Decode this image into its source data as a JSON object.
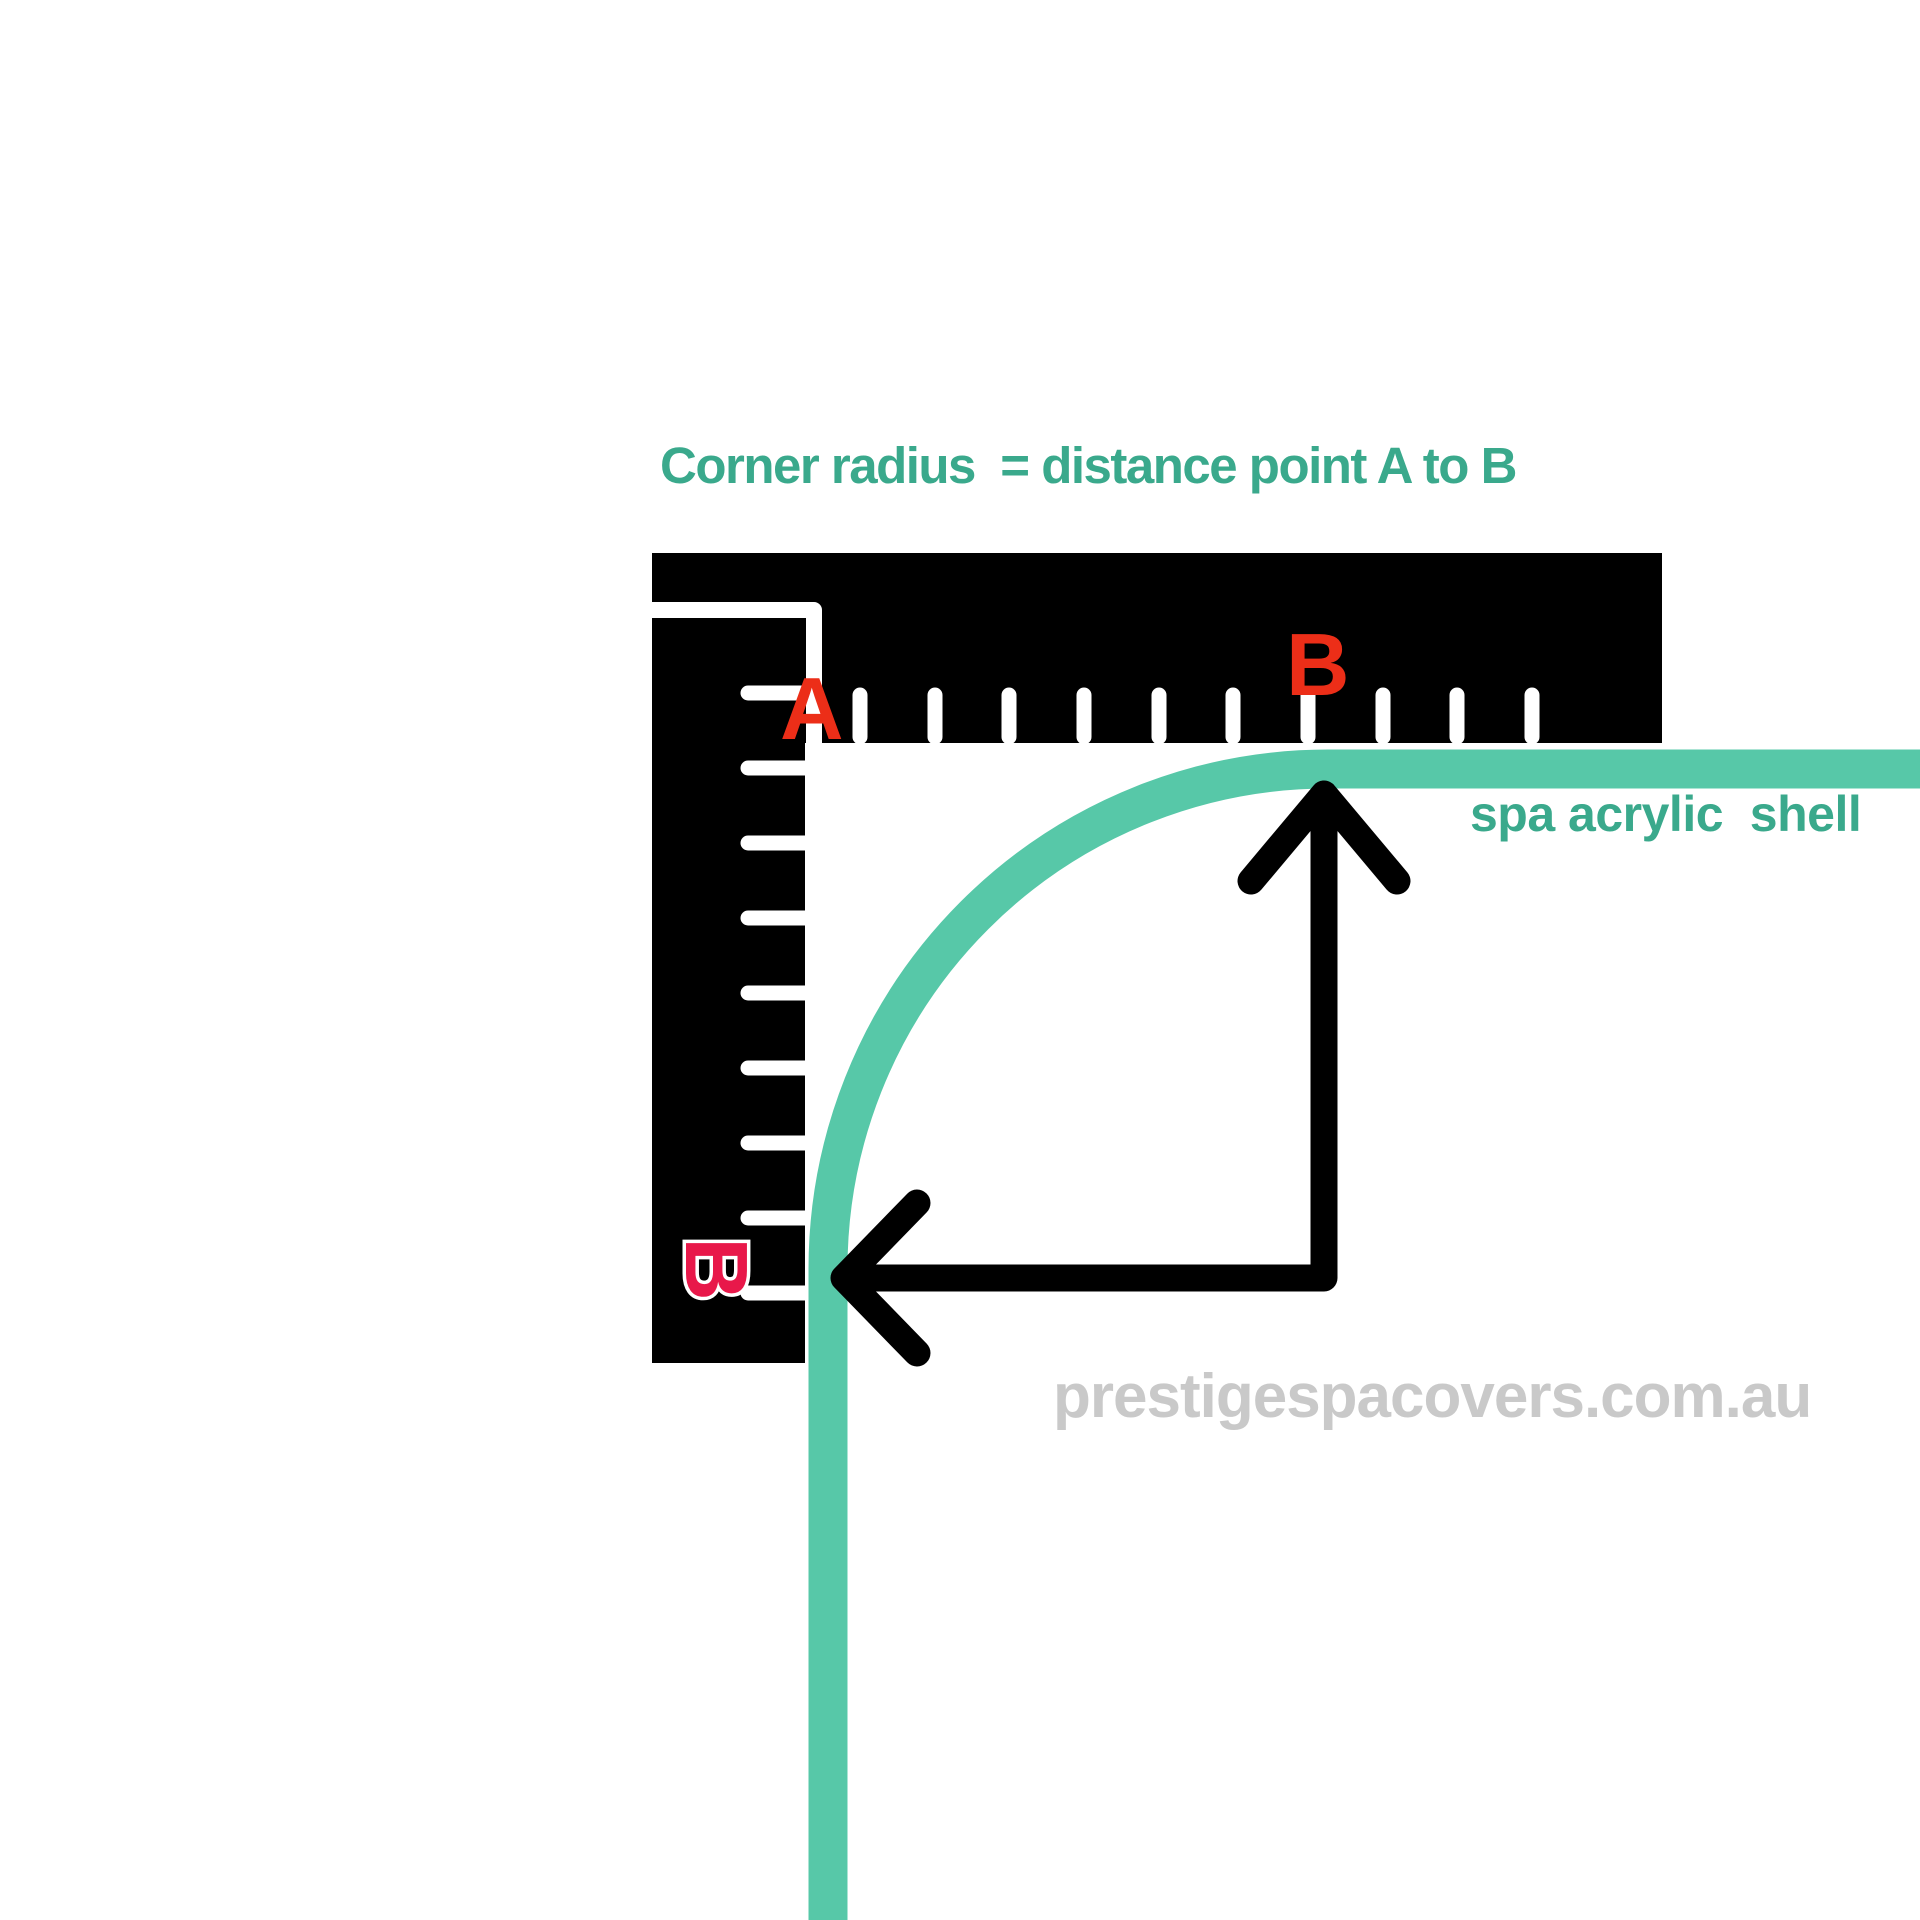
{
  "title": {
    "text": "Corner radius  = distance point A to B"
  },
  "colors": {
    "shell_teal": "#57c8a8",
    "teal_text": "#3aa98c",
    "ruler_black": "#000000",
    "tick_white": "#ffffff",
    "point_label_red": "#ec2e18",
    "side_label_crimson": "#e8184a",
    "arrow_black": "#000000",
    "watermark_gray": "#c9c9c9"
  },
  "ruler": {
    "point_a_label": "A",
    "point_b_label": "B",
    "point_b_side_label": "B"
  },
  "shell": {
    "label": "spa acrylic  shell"
  },
  "watermark": {
    "text": "prestigespacovers.com.au"
  }
}
